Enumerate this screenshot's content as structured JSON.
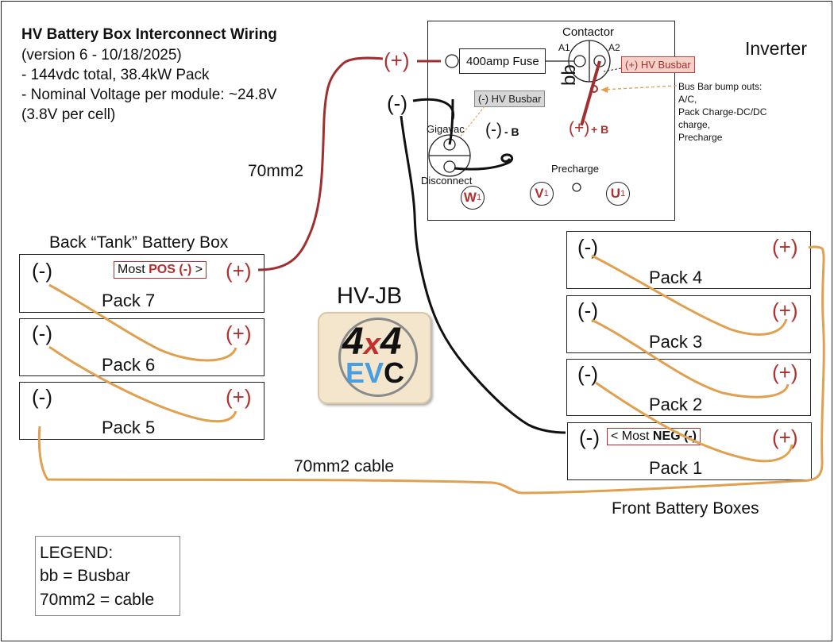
{
  "title": "HV Battery Box Interconnect Wiring",
  "subtitle_lines": [
    "(version 6 - 10/18/2025)",
    "- 144vdc total, 38.4kW Pack",
    "- Nominal Voltage per module: ~24.8V",
    "(3.8V per cell)"
  ],
  "inverter": {
    "title": "Inverter",
    "fuse_label": "400amp Fuse",
    "contactor_label": "Contactor",
    "a1_label": "A1",
    "a2_label": "A2",
    "bb_label": "bb",
    "pos_busbar_label": "(+) HV Busbar",
    "neg_busbar_label": "(-) HV Busbar",
    "gigavac_label": "Gigavac",
    "disconnect_label": "Disconnect",
    "neg_b_symbol": "(-)",
    "neg_b_label": "- B",
    "pos_b_symbol": "(+)",
    "pos_b_label": "+ B",
    "precharge_label": "Precharge",
    "phase_w": "W",
    "phase_v": "V",
    "phase_u": "U",
    "phase_sub": "1"
  },
  "busbar_notes": [
    "Bus Bar bump outs:",
    "A/C,",
    "Pack Charge-DC/DC",
    "charge,",
    "Precharge"
  ],
  "terminals": {
    "pos": "(+)",
    "neg": "(-)"
  },
  "cable_label_top": "70mm2",
  "cable_label_bottom": "70mm2 cable",
  "back_box_title": "Back “Tank” Battery Box",
  "back_packs": [
    "Pack 7",
    "Pack 6",
    "Pack 5"
  ],
  "most_pos_tag": {
    "prefix": "Most ",
    "bold": "POS (-)",
    "suffix": " >"
  },
  "front_packs": [
    "Pack 4",
    "Pack 3",
    "Pack 2",
    "Pack 1"
  ],
  "front_box_title": "Front Battery Boxes",
  "most_neg_tag": {
    "prefix": "< Most ",
    "bold": "NEG (-)"
  },
  "hvjb_label": "HV-JB",
  "logo": {
    "line1_a": "4",
    "line1_x": "x",
    "line1_b": "4",
    "line2_a": "EV",
    "line2_b": "C"
  },
  "legend": {
    "title": "LEGEND:",
    "lines": [
      "bb = Busbar",
      "70mm2 = cable"
    ]
  },
  "colors": {
    "cable_pos": "#b03030",
    "cable_series": "#e0a050",
    "cable_neg": "#111111",
    "logo_bg": "#f3e6cc",
    "logo_ev": "#4a9ee0"
  }
}
